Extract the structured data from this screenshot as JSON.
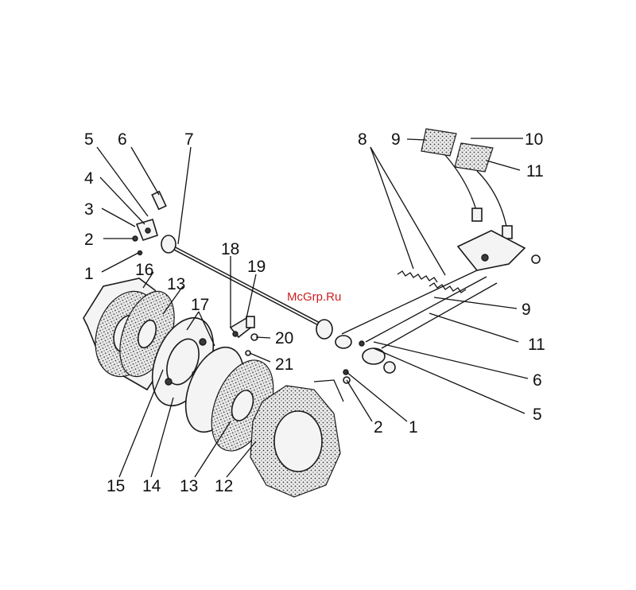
{
  "watermark": "McGrp.Ru",
  "labels": {
    "l1a": "1",
    "l2a": "2",
    "l3": "3",
    "l4": "4",
    "l5a": "5",
    "l6a": "6",
    "l7": "7",
    "l8": "8",
    "l9a": "9",
    "l10": "10",
    "l11a": "11",
    "l16": "16",
    "l13a": "13",
    "l17": "17",
    "l18": "18",
    "l19": "19",
    "l20": "20",
    "l21": "21",
    "l9b": "9",
    "l11b": "11",
    "l6b": "6",
    "l5b": "5",
    "l2b": "2",
    "l1b": "1",
    "l15": "15",
    "l14": "14",
    "l13b": "13",
    "l12": "12"
  }
}
